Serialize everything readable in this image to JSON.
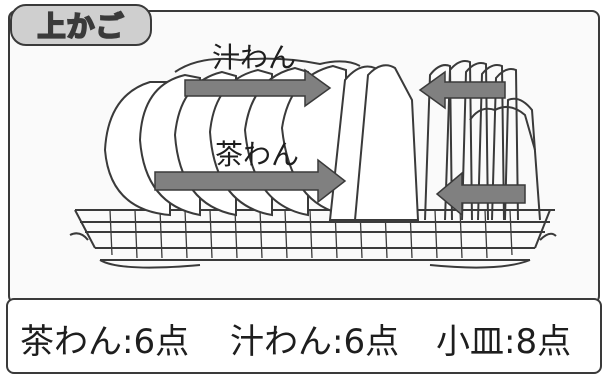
{
  "rack": {
    "title": "上かご"
  },
  "labels": {
    "soup_bowl": "汁わん",
    "rice_bowl": "茶わん"
  },
  "counts": [
    {
      "text": "茶わん:6点"
    },
    {
      "text": "汁わん:6点"
    },
    {
      "text": "小皿:8点"
    }
  ],
  "colors": {
    "arrow": "#808080",
    "line": "#3a3a3a"
  }
}
